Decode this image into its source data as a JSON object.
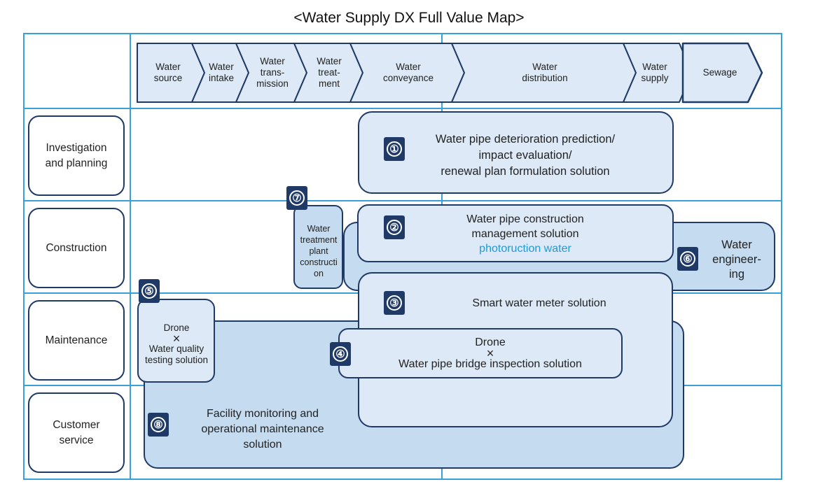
{
  "title": "<Water Supply DX Full Value Map>",
  "colors": {
    "grid": "#3aa0dc",
    "border": "#1f3a66",
    "chevron_fill": "#dde9f6",
    "box_light": "#dde9f6",
    "box_mid": "#c5dbef",
    "highlight_text": "#1e9ad6"
  },
  "flow": [
    {
      "label": "Water\nsource"
    },
    {
      "label": "Water\nintake"
    },
    {
      "label": "Water\ntrans-\nmission"
    },
    {
      "label": "Water\ntreat-\nment"
    },
    {
      "label": "Water\nconveyance"
    },
    {
      "label": "Water\ndistribution"
    },
    {
      "label": "Water\nsupply"
    },
    {
      "label": "Sewage"
    }
  ],
  "stages": [
    {
      "label": "Investigation\nand planning"
    },
    {
      "label": "Construction"
    },
    {
      "label": "Maintenance"
    },
    {
      "label": "Customer\nservice"
    }
  ],
  "solutions": {
    "s1": {
      "num": "①",
      "text": "Water pipe deterioration prediction/\nimpact evaluation/\nrenewal plan formulation solution"
    },
    "s2": {
      "num": "②",
      "text": "Water pipe construction\nmanagement solution",
      "product": "photoruction water"
    },
    "s3": {
      "num": "③",
      "text": "Smart water meter solution"
    },
    "s4": {
      "num": "④",
      "line1": "Drone",
      "cross": "×",
      "line2": "Water pipe bridge inspection solution"
    },
    "s5": {
      "num": "⑤",
      "line1": "Drone",
      "cross": "×",
      "line2": "Water quality\ntesting solution"
    },
    "s6": {
      "num": "⑥",
      "text": "Water\nengineer-\ning"
    },
    "s7": {
      "num": "⑦",
      "text": "Water\ntreatment\nplant\nconstructi\non"
    },
    "s8": {
      "num": "⑧",
      "text": "Facility monitoring and\noperational maintenance\nsolution"
    }
  }
}
